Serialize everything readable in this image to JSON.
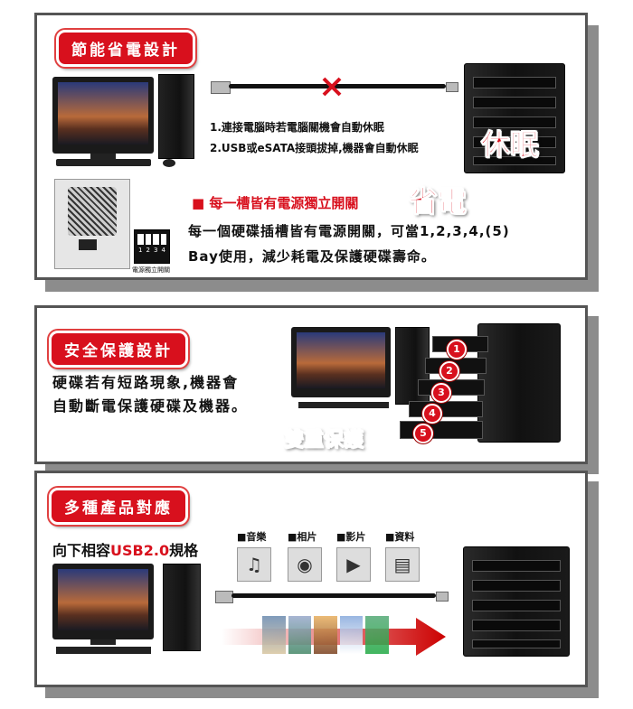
{
  "panel1": {
    "badge": "節能省電設計",
    "note1": "1.連接電腦時若電腦關機會自動休眠",
    "note2": "2.USB或eSATA接頭拔掉,機器會自動休眠",
    "sleep_word": "休眠",
    "switch_heading": "■ 每一槽皆有電源獨立開關",
    "save_word": "省電",
    "desc_line1": "每一個硬碟插槽皆有電源開關，可當1,2,3,4,(5)",
    "desc_line2": "Bay使用，減少耗電及保護硬碟壽命。",
    "switch_caption": "電源獨立開關",
    "switch_numbers": [
      "1",
      "2",
      "3",
      "4"
    ]
  },
  "panel2": {
    "badge": "安全保護設計",
    "desc_line1": "硬碟若有短路現象,機器會",
    "desc_line2": "自動斷電保護硬碟及機器。",
    "double_protect": "雙重保護",
    "bay_numbers": [
      "1",
      "2",
      "3",
      "4",
      "5"
    ]
  },
  "panel3": {
    "badge": "多種產品對應",
    "compat_prefix": "向下相容",
    "compat_usb": "USB2.0",
    "compat_suffix": "規格",
    "categories": [
      "■音樂",
      "■相片",
      "■影片",
      "■資料"
    ]
  },
  "colors": {
    "accent": "#d8101d",
    "frame": "#555555",
    "shadow": "#8c8c8c"
  },
  "icons": [
    "music-icon",
    "camera-icon",
    "film-icon",
    "document-icon"
  ]
}
